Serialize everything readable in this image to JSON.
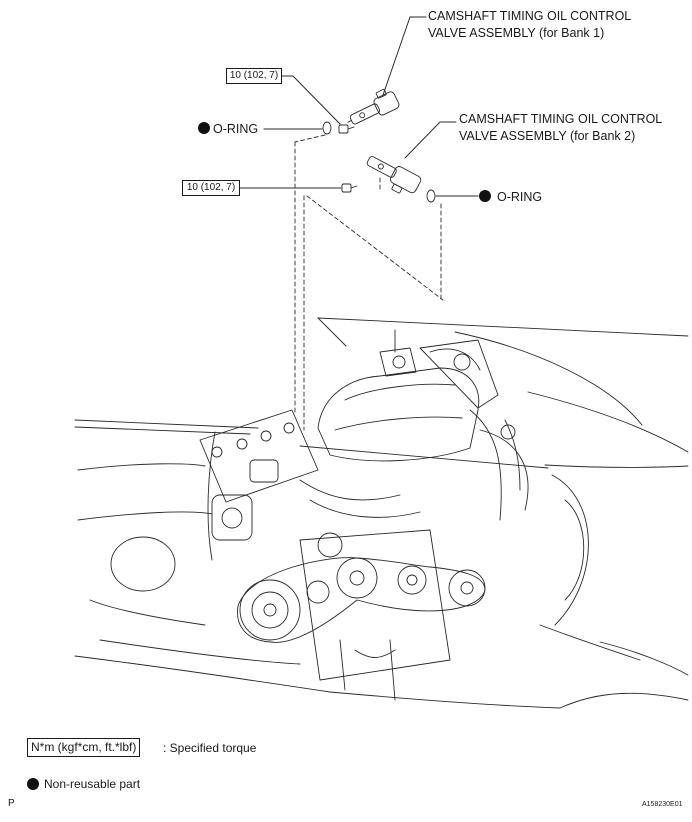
{
  "callouts": {
    "valve_bank1": {
      "lines": [
        "CAMSHAFT TIMING OIL CONTROL",
        "VALVE ASSEMBLY (for Bank 1)"
      ]
    },
    "valve_bank2": {
      "lines": [
        "CAMSHAFT TIMING OIL CONTROL",
        "VALVE ASSEMBLY (for Bank 2)"
      ]
    },
    "torque_bank1": "10 (102, 7)",
    "torque_bank2": "10 (102, 7)",
    "o_ring_bank1": "O-RING",
    "o_ring_bank2": "O-RING"
  },
  "legend": {
    "torque_unit": "N*m (kgf*cm, ft.*lbf)",
    "torque_desc": ": Specified torque",
    "non_reusable": "Non-reusable part"
  },
  "footer": {
    "page_marker": "P",
    "figure_code": "A158230E01"
  },
  "icons": {
    "non_reusable_marker": "filled-circle-icon"
  },
  "colors": {
    "ink": "#1a1a1a",
    "background": "#ffffff"
  }
}
